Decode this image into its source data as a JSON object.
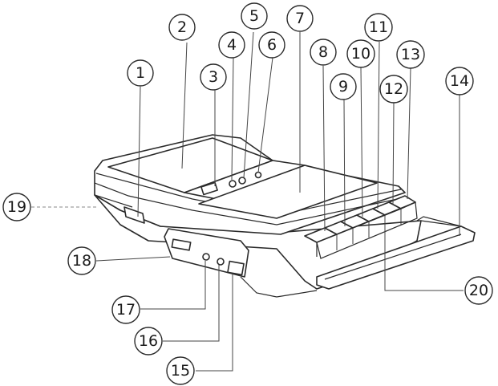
{
  "callouts": [
    {
      "id": "c1",
      "label": "1"
    },
    {
      "id": "c2",
      "label": "2"
    },
    {
      "id": "c3",
      "label": "3"
    },
    {
      "id": "c4",
      "label": "4"
    },
    {
      "id": "c5",
      "label": "5"
    },
    {
      "id": "c6",
      "label": "6"
    },
    {
      "id": "c7",
      "label": "7"
    },
    {
      "id": "c8",
      "label": "8"
    },
    {
      "id": "c9",
      "label": "9"
    },
    {
      "id": "c10",
      "label": "10"
    },
    {
      "id": "c11",
      "label": "11"
    },
    {
      "id": "c12",
      "label": "12"
    },
    {
      "id": "c13",
      "label": "13"
    },
    {
      "id": "c14",
      "label": "14"
    },
    {
      "id": "c15",
      "label": "15"
    },
    {
      "id": "c16",
      "label": "16"
    },
    {
      "id": "c17",
      "label": "17"
    },
    {
      "id": "c18",
      "label": "18"
    },
    {
      "id": "c19",
      "label": "19"
    },
    {
      "id": "c20",
      "label": "20"
    }
  ],
  "colors": {
    "line": "#2a2a2a",
    "background": "#ffffff"
  }
}
